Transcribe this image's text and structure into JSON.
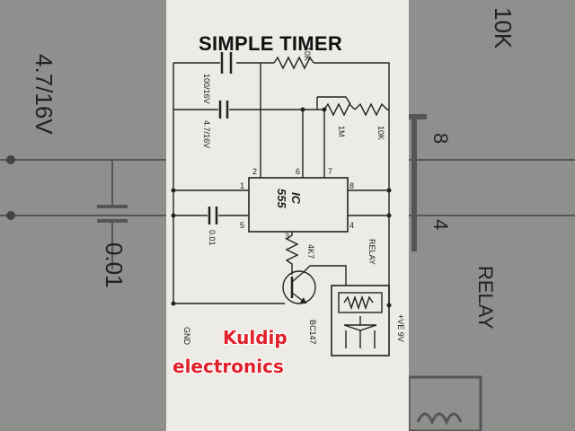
{
  "title": "SIMPLE TIMER",
  "watermark": {
    "line1": "Kuldip",
    "line2": "electronics"
  },
  "components": {
    "c1": "100/16V",
    "c2": "4.7/16V",
    "c3": "0.01",
    "r_top": "10K",
    "pot": "1M",
    "r_10k": "10K",
    "r_base": "4K7",
    "ic_line1": "IC",
    "ic_line2": "555",
    "transistor": "BC147",
    "relay": "RELAY",
    "gnd": "GND",
    "vcc": "+VE 9V"
  },
  "pins": {
    "p2": "2",
    "p6": "6",
    "p7": "7",
    "p1": "1",
    "p8": "8",
    "p5": "5",
    "p4": "4",
    "p3": "3"
  },
  "side_left": {
    "cap_label": "4.7/16V",
    "cap2_label": "0.01"
  },
  "side_right": {
    "r_label": "10K",
    "pin8": "8",
    "pin4": "4",
    "relay": "RELAY"
  },
  "colors": {
    "paper": "#ecebe6",
    "side": "#8f8f8d",
    "ink": "#222222",
    "brand": "#e0202a"
  }
}
